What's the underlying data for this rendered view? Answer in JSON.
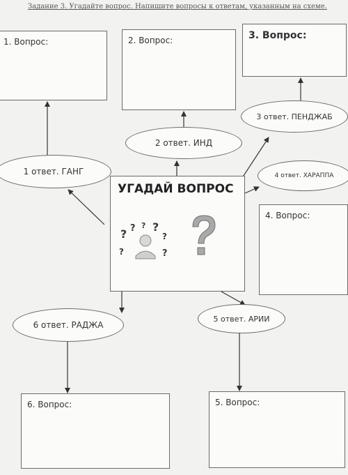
{
  "header": "Задание 3. Угадайте вопрос. Напишите вопросы к ответам, указанным на схеме.",
  "center": {
    "title": "УГАДАЙ ВОПРОС",
    "icons": [
      "confused-person-icon",
      "question-mark-icon"
    ]
  },
  "questions": {
    "q1": "1. Вопрос:",
    "q2": "2. Вопрос:",
    "q3": "3. Вопрос:",
    "q4": "4. Вопрос:",
    "q5": "5. Вопрос:",
    "q6": "6. Вопрос:"
  },
  "answers": {
    "a1": "1 ответ. ГАНГ",
    "a2": "2 ответ. ИНД",
    "a3": "3 ответ. ПЕНДЖАБ",
    "a4": "4 ответ. ХАРАППА",
    "a5": "5 ответ. АРИИ",
    "a6": "6 ответ. РАДЖА"
  }
}
